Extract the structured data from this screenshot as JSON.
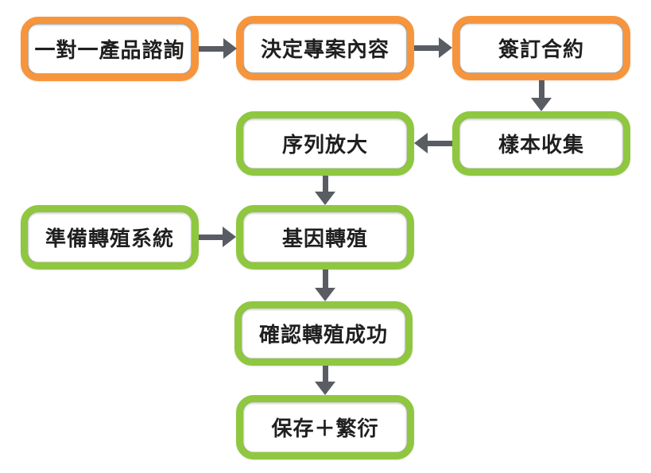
{
  "diagram": {
    "type": "flowchart",
    "background": "#FFFFFF",
    "colors": {
      "orange_border": "#F7953D",
      "green_border": "#8FC740",
      "arrow": "#595D63",
      "text": "#1F1F1F",
      "node_fill": "#FFFFFF"
    },
    "nodes": [
      {
        "id": "consult",
        "label": "一對一產品諮詢",
        "variant": "orange",
        "col": "left",
        "row": 1
      },
      {
        "id": "decide",
        "label": "決定專案內容",
        "variant": "orange",
        "col": "middle",
        "row": 1
      },
      {
        "id": "sign",
        "label": "簽訂合約",
        "variant": "orange",
        "col": "right",
        "row": 1
      },
      {
        "id": "sample",
        "label": "樣本收集",
        "variant": "green",
        "col": "right",
        "row": 2
      },
      {
        "id": "sequence",
        "label": "序列放大",
        "variant": "green",
        "col": "middle",
        "row": 2
      },
      {
        "id": "prepare",
        "label": "準備轉殖系統",
        "variant": "green",
        "col": "left",
        "row": 3
      },
      {
        "id": "transfer",
        "label": "基因轉殖",
        "variant": "green",
        "col": "middle",
        "row": 3
      },
      {
        "id": "confirm",
        "label": "確認轉殖成功",
        "variant": "green",
        "col": "middle",
        "row": 4
      },
      {
        "id": "preserve",
        "label": "保存＋繁衍",
        "variant": "green",
        "col": "middle",
        "row": 5
      }
    ],
    "edges": [
      {
        "from": "consult",
        "to": "decide",
        "direction": "right"
      },
      {
        "from": "decide",
        "to": "sign",
        "direction": "right"
      },
      {
        "from": "sign",
        "to": "sample",
        "direction": "down"
      },
      {
        "from": "sample",
        "to": "sequence",
        "direction": "left"
      },
      {
        "from": "sequence",
        "to": "transfer",
        "direction": "down"
      },
      {
        "from": "prepare",
        "to": "transfer",
        "direction": "right"
      },
      {
        "from": "transfer",
        "to": "confirm",
        "direction": "down"
      },
      {
        "from": "confirm",
        "to": "preserve",
        "direction": "down"
      }
    ]
  }
}
